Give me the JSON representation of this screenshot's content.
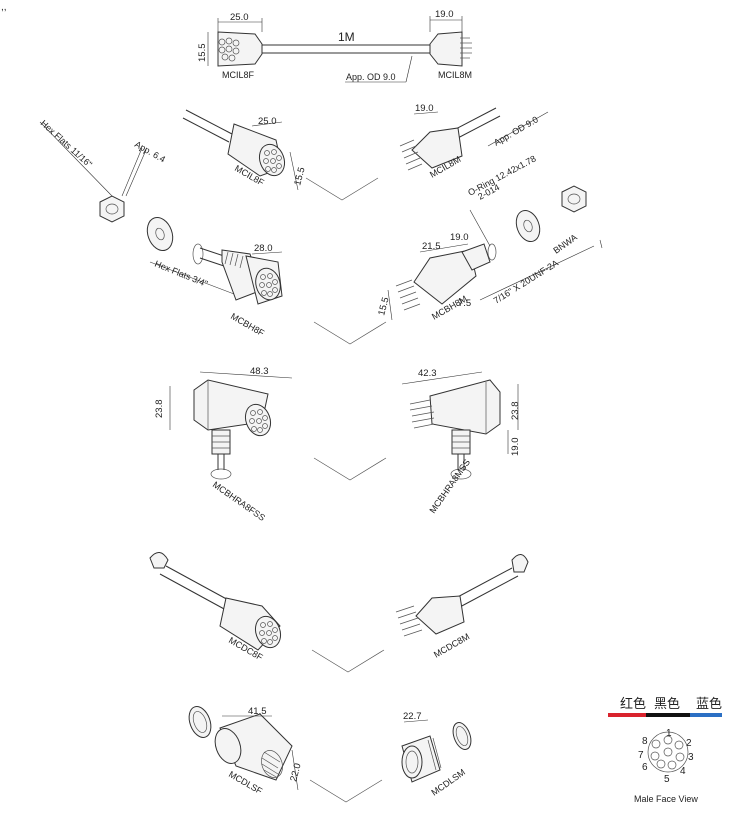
{
  "colors": {
    "red": "#d9232d",
    "black": "#111111",
    "blue": "#2b6fc4"
  },
  "top_cable": {
    "length": "1M",
    "left_label": "MCIL8F",
    "right_label": "MCIL8M",
    "dim_left_w": "25.0",
    "dim_left_h": "15.5",
    "dim_right_w": "19.0",
    "od_note": "App. OD 9.0"
  },
  "row_inline": {
    "left_label": "MCIL8F",
    "right_label": "MCIL8M",
    "left_w": "25.0",
    "left_h": "15.5",
    "right_w": "19.0",
    "od_note": "App. OD 9.0"
  },
  "hex_nut": {
    "hex_flats": "Hex Flats 11/16\"",
    "app": "App. 6.4"
  },
  "row_bulkhead": {
    "left_label": "MCBH8F",
    "right_label": "MCBH8M",
    "hex_flats": "Hex Flats 3/4\"",
    "left_w": "28.0",
    "right_w1": "21.5",
    "right_w2": "19.0",
    "right_h": "15.5",
    "right_pin": "7.5",
    "oring": "O-Ring 12.42x1.78",
    "oring_code": "2-014",
    "thread": "7/16\" X 20UNF-2A",
    "washer": "BNWA"
  },
  "row_right_angle": {
    "left_label": "MCBHRA8FSS",
    "right_label": "MCBHRA8MSS",
    "left_w": "48.3",
    "left_h": "23.8",
    "right_w": "42.3",
    "right_h": "23.8",
    "right_h2": "19.0"
  },
  "row_dummy": {
    "left_label": "MCDC8F",
    "right_label": "MCDC8M"
  },
  "row_locking": {
    "left_label": "MCDLSF",
    "right_label": "MCDLSM",
    "left_w": "41.5",
    "left_h": "22.0",
    "right_w": "22.7"
  },
  "legend": {
    "red_label": "红色",
    "black_label": "黑色",
    "blue_label": "蓝色",
    "pins": [
      "1",
      "2",
      "3",
      "4",
      "5",
      "6",
      "7",
      "8"
    ],
    "caption": "Male Face View"
  }
}
